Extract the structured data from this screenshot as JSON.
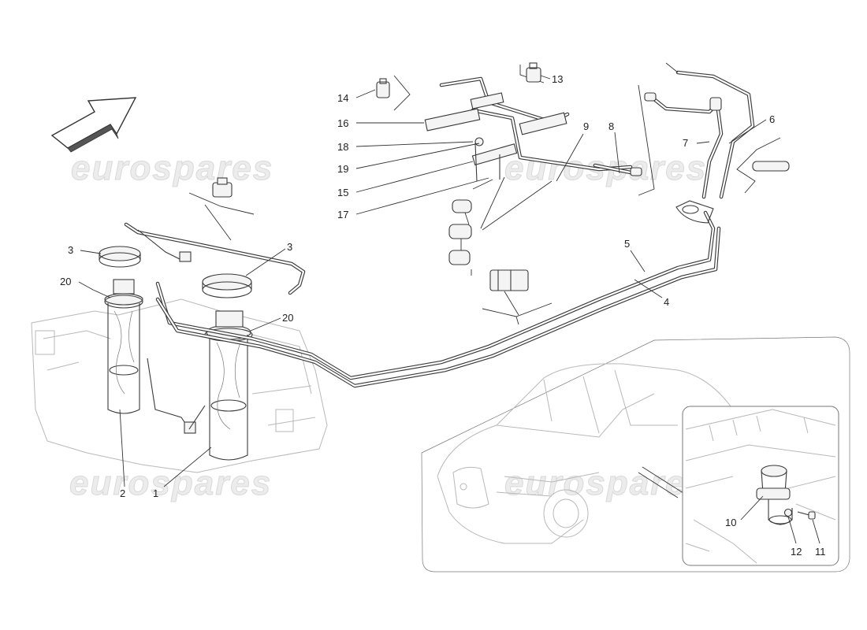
{
  "watermark": {
    "text": "eurospares",
    "color": "#e2e2e2"
  },
  "direction_arrow": {
    "icon": "direction-arrow-icon"
  },
  "callouts": [
    {
      "id": "c1",
      "label": "1"
    },
    {
      "id": "c2",
      "label": "2"
    },
    {
      "id": "c3a",
      "label": "3"
    },
    {
      "id": "c3b",
      "label": "3"
    },
    {
      "id": "c4",
      "label": "4"
    },
    {
      "id": "c5",
      "label": "5"
    },
    {
      "id": "c6",
      "label": "6"
    },
    {
      "id": "c7",
      "label": "7"
    },
    {
      "id": "c8",
      "label": "8"
    },
    {
      "id": "c9",
      "label": "9"
    },
    {
      "id": "c10",
      "label": "10"
    },
    {
      "id": "c11",
      "label": "11"
    },
    {
      "id": "c12",
      "label": "12"
    },
    {
      "id": "c13",
      "label": "13"
    },
    {
      "id": "c14",
      "label": "14"
    },
    {
      "id": "c15",
      "label": "15"
    },
    {
      "id": "c16",
      "label": "16"
    },
    {
      "id": "c17",
      "label": "17"
    },
    {
      "id": "c18",
      "label": "18"
    },
    {
      "id": "c19",
      "label": "19"
    },
    {
      "id": "c20a",
      "label": "20"
    },
    {
      "id": "c20b",
      "label": "20"
    }
  ]
}
